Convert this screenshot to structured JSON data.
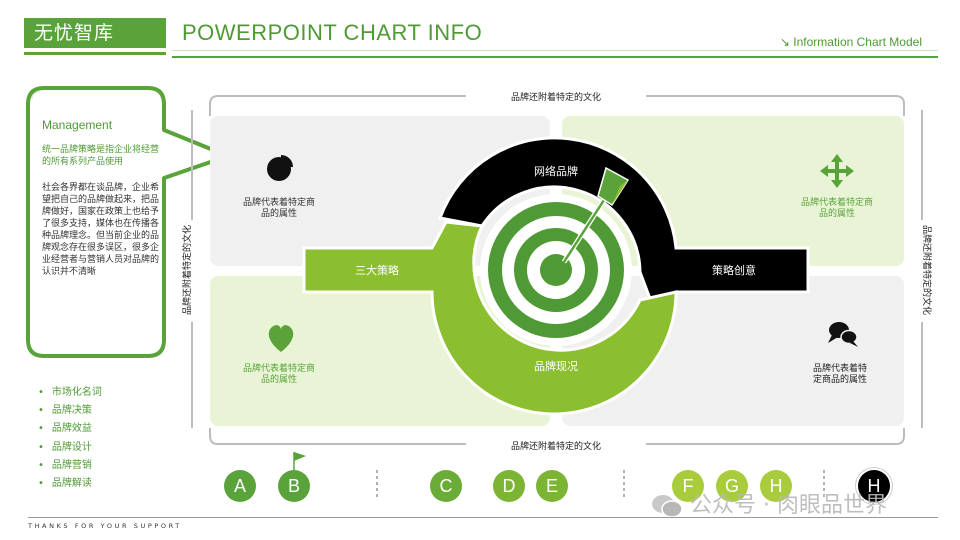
{
  "header": {
    "brand": "无忧智库",
    "title": "POWERPOINT CHART INFO",
    "subtitle": "↘ Information Chart Model"
  },
  "callout": {
    "title": "Management",
    "lead": "统一品牌策略是指企业将经营的所有系列产品使用",
    "body": "社会各界都在谈品牌，企业希望把自己的品牌做起来，把品牌做好，国家在政策上也给予了很多支持，媒体也在传播各种品牌理念。但当前企业的品牌观念存在很多误区，很多企业经营者与营销人员对品牌的认识并不清晰"
  },
  "frame_labels": {
    "top": "品牌还附着特定的文化",
    "bottom": "品牌还附着特定的文化",
    "left": "品牌还附着特定的文化",
    "right": "品牌还附着特定的文化"
  },
  "quadrants": {
    "top_left": {
      "text_1": "品牌代表着特定商",
      "text_2": "品的属性",
      "icon": "pie-chart-icon"
    },
    "top_right": {
      "text_1": "品牌代表着特定商",
      "text_2": "品的属性",
      "icon": "move-arrows-icon"
    },
    "bottom_left": {
      "text_1": "品牌代表着特定商",
      "text_2": "品的属性",
      "icon": "heart-icon"
    },
    "bottom_right": {
      "text_1": "品牌代表着特",
      "text_2": "定商品的属性",
      "icon": "chat-bubbles-icon"
    }
  },
  "center": {
    "top": "网络品牌",
    "left": "三大策略",
    "right": "策略创意",
    "bottom": "品牌现况"
  },
  "bullets": [
    "市场化名词",
    "品牌决策",
    "品牌效益",
    "品牌设计",
    "品牌营销",
    "品牌解读"
  ],
  "letters": [
    "A",
    "B",
    "C",
    "D",
    "E",
    "F",
    "G",
    "H",
    "H"
  ],
  "footer": "THANKS FOR YOUR SUPPORT",
  "watermark": "公众号 · 肉眼品世界",
  "colors": {
    "green_dark": "#5aa33a",
    "green_light": "#8cbf2f",
    "black": "#000000",
    "quad_gray": "#f0f0f0",
    "quad_green": "#e9f3d6"
  }
}
